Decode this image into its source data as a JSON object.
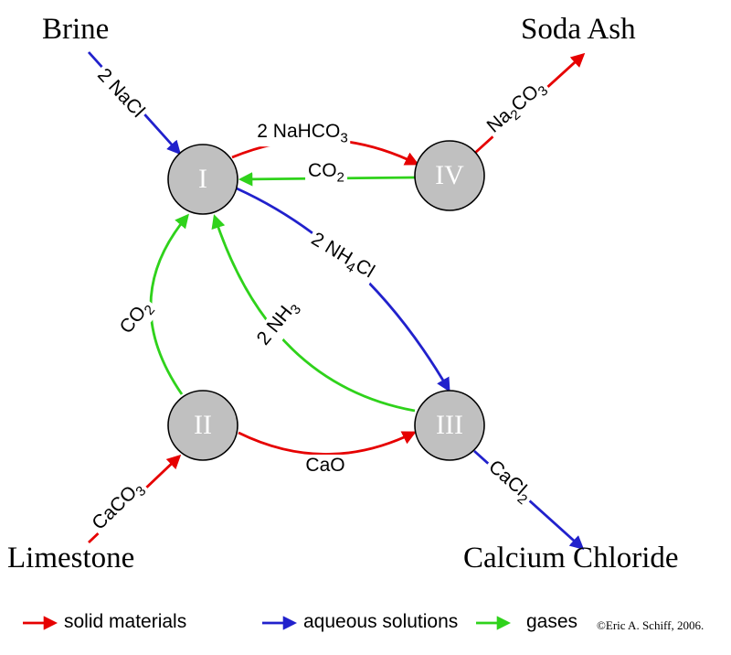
{
  "terminals": {
    "brine": "Brine",
    "soda_ash": "Soda Ash",
    "limestone": "Limestone",
    "calcium_chloride": "Calcium Chloride"
  },
  "nodes": {
    "I": "I",
    "II": "II",
    "III": "III",
    "IV": "IV"
  },
  "edges": [
    {
      "id": "brine-to-i",
      "type": "aqueous",
      "from": "Brine",
      "to": "I",
      "parts": {
        "p1": "2 NaCl"
      }
    },
    {
      "id": "i-to-iv",
      "type": "solid",
      "from": "I",
      "to": "IV",
      "parts": {
        "p1": "2 NaHCO",
        "s1": "3"
      }
    },
    {
      "id": "iv-to-i",
      "type": "gases",
      "from": "IV",
      "to": "I",
      "parts": {
        "p1": "CO",
        "s1": "2"
      }
    },
    {
      "id": "iv-to-soda-ash",
      "type": "solid",
      "from": "IV",
      "to": "Soda Ash",
      "parts": {
        "p1": "Na",
        "s1": "2",
        "p2": "CO",
        "s2": "3"
      }
    },
    {
      "id": "i-to-iii",
      "type": "aqueous",
      "from": "I",
      "to": "III",
      "parts": {
        "p1": "2 NH",
        "s1": "4",
        "p2": "Cl"
      }
    },
    {
      "id": "iii-to-i",
      "type": "gases",
      "from": "III",
      "to": "I",
      "parts": {
        "p1": "2 NH",
        "s1": "3"
      }
    },
    {
      "id": "ii-to-i",
      "type": "gases",
      "from": "II",
      "to": "I",
      "parts": {
        "p1": "CO",
        "s1": "2"
      }
    },
    {
      "id": "limestone-to-ii",
      "type": "solid",
      "from": "Limestone",
      "to": "II",
      "parts": {
        "p1": "CaCO",
        "s1": "3"
      }
    },
    {
      "id": "ii-to-iii",
      "type": "solid",
      "from": "II",
      "to": "III",
      "parts": {
        "p1": "CaO"
      }
    },
    {
      "id": "iii-to-calcium-chloride",
      "type": "aqueous",
      "from": "III",
      "to": "Calcium Chloride",
      "parts": {
        "p1": "CaCl",
        "s1": "2"
      }
    }
  ],
  "legend": {
    "solid": "solid materials",
    "aqueous": "aqueous solutions",
    "gases": "gases"
  },
  "credit": "©Eric A. Schiff, 2006.",
  "colors": {
    "solid": "#e60000",
    "aqueous": "#2121cc",
    "gases": "#2fd21b",
    "node_fill": "#c0c0c0",
    "node_stroke": "#000000"
  }
}
